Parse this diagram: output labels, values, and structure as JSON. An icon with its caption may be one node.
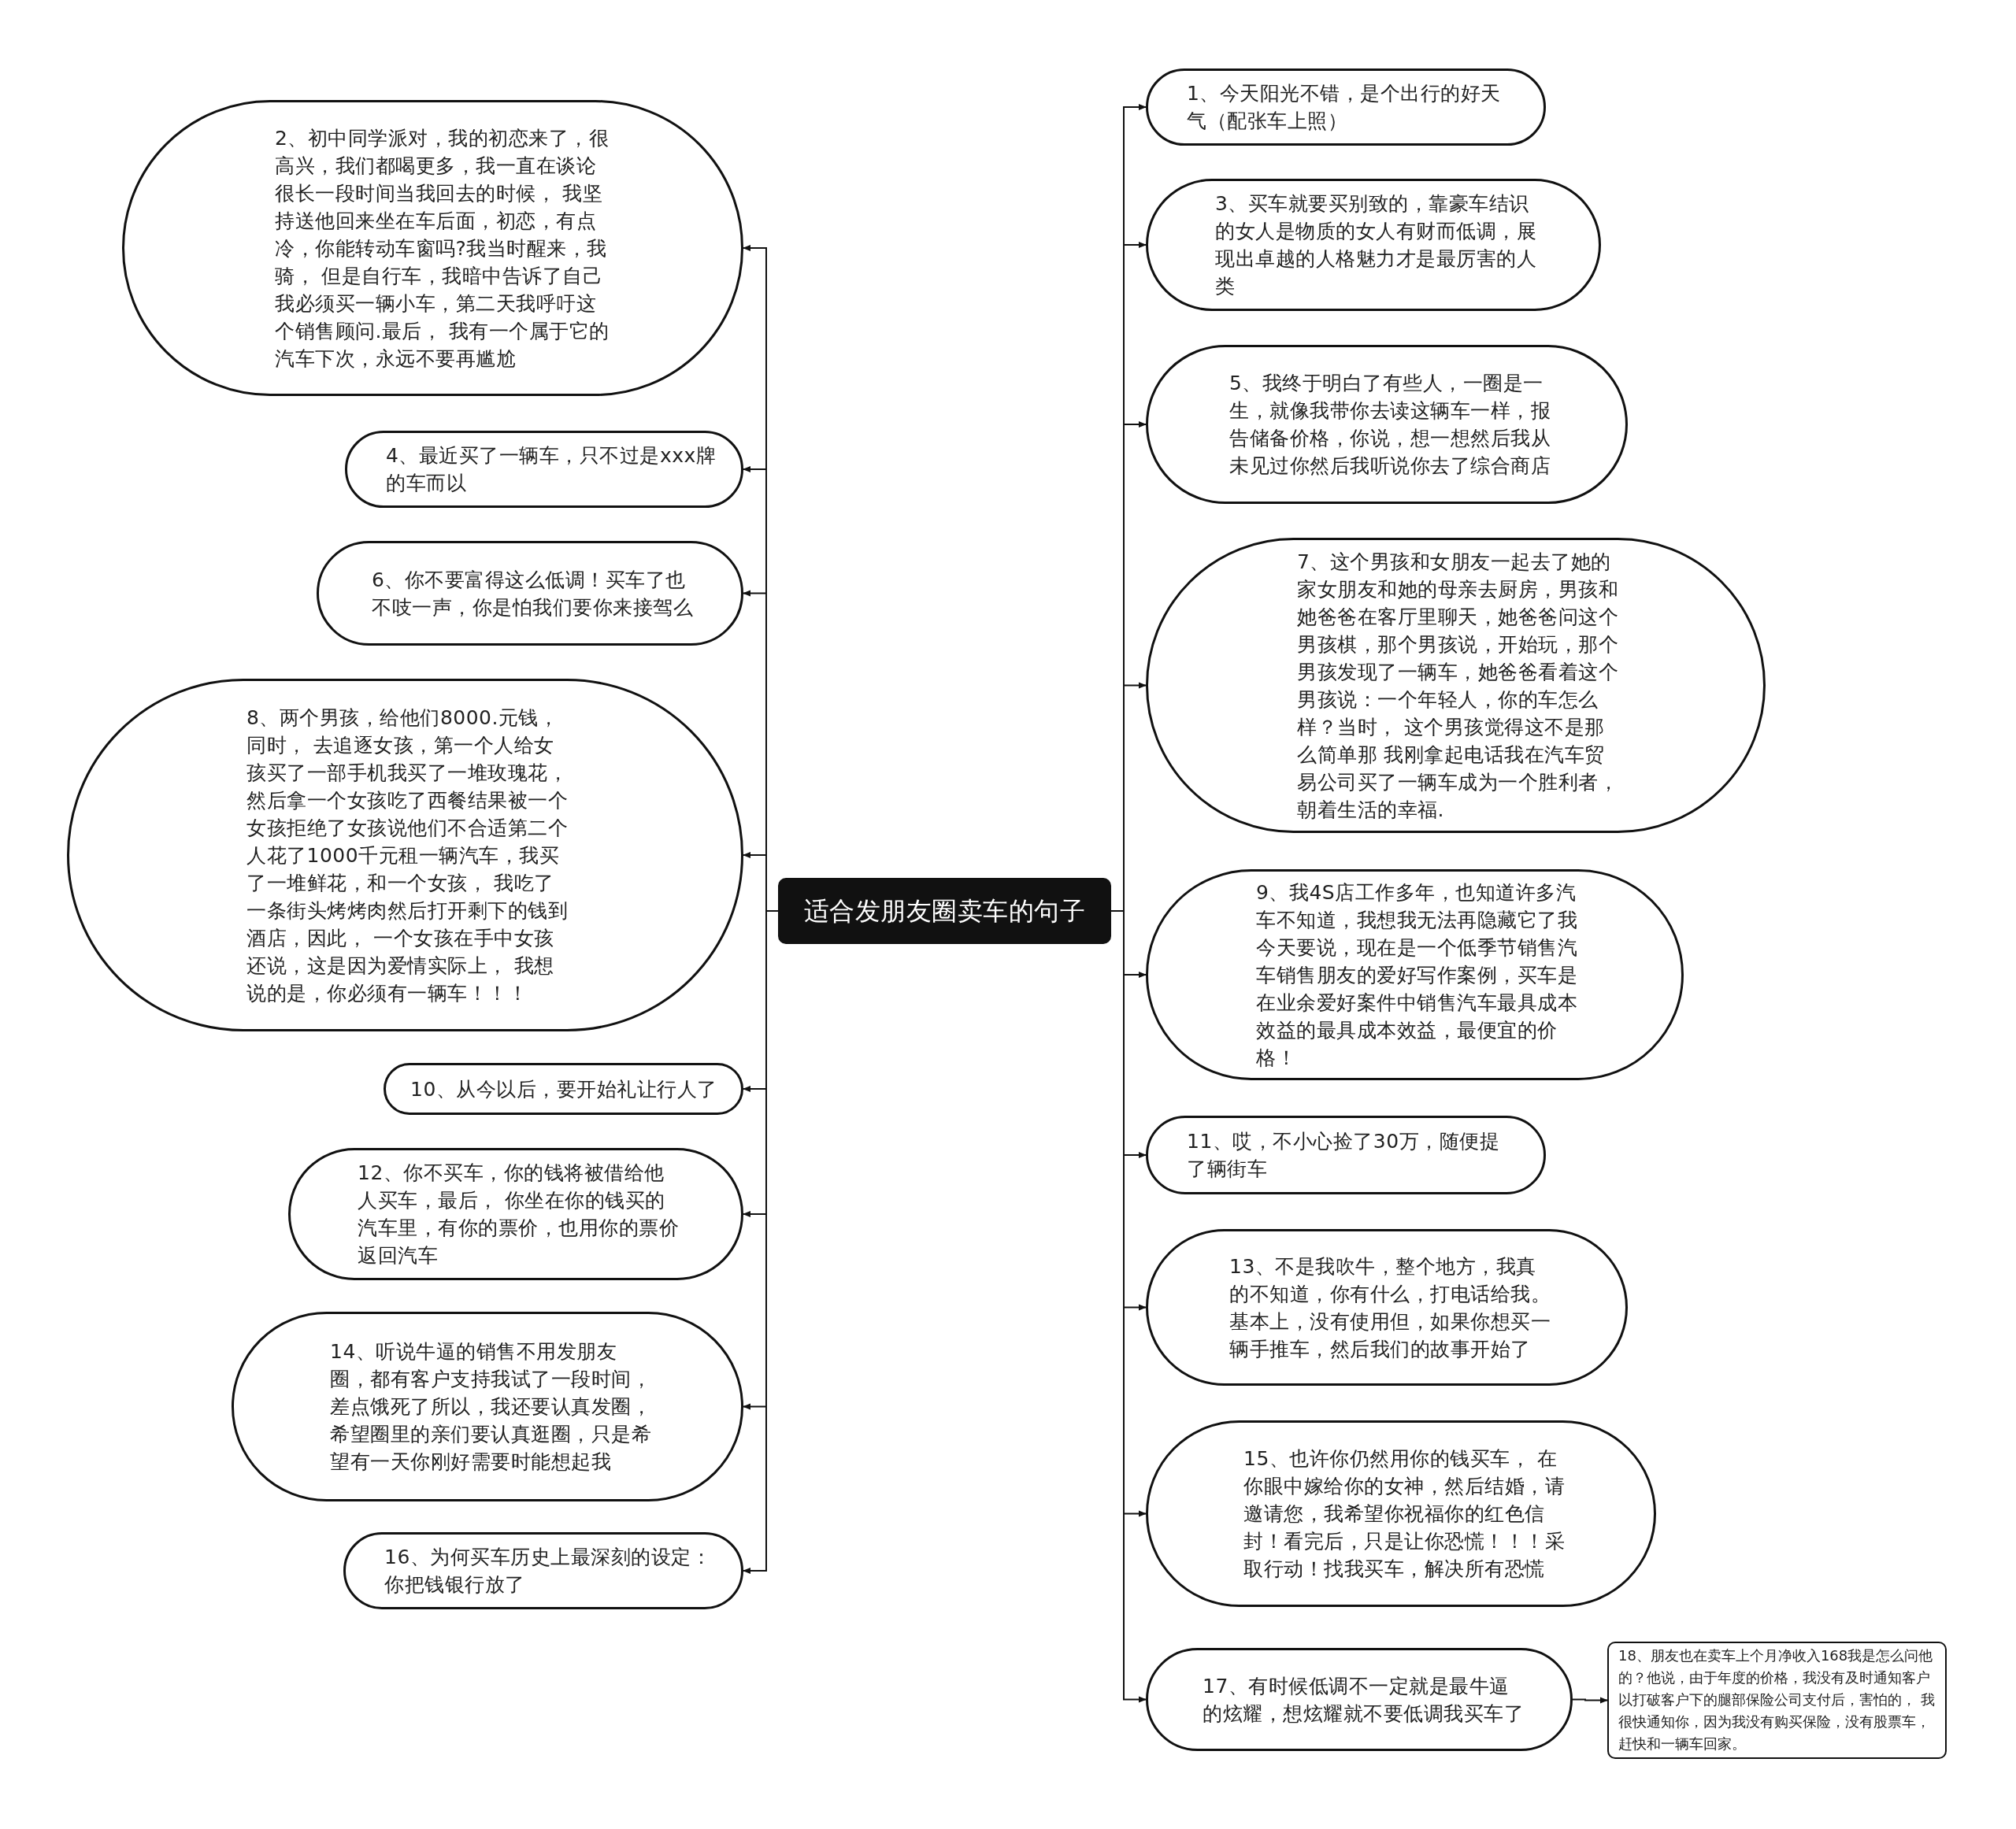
{
  "diagram": {
    "nodes": [
      {
        "text": [
          "适合发朋友圈卖车的句子"
        ]
      },
      {
        "text": [
          "1、今天阳光不错，是个出行的好天气（配张车上照）"
        ]
      },
      {
        "text": [
          "2、初中同学派对，我的初恋来了，很高兴，我们都喝更多，我一直在谈论很长一段时间当我回去的时候， 我坚持送他回来坐在车后面，初恋，有点冷，你能转动车窗吗?我当时醒来，我骑， 但是自行车，我暗中告诉了自己我必须买一辆小车，第二天我呼吁这个销售顾问.最后， 我有一个属于它的汽车下次，永远不要再尴尬"
        ]
      },
      {
        "text": [
          "3、买车就要买别致的，靠豪车结识的女人是物质的女人有财而低调，展现出卓越的人格魅力才是最厉害的人类"
        ]
      },
      {
        "text": [
          "4、最近买了一辆车，只不过是xxx牌的车而以"
        ]
      },
      {
        "text": [
          "5、我终于明白了有些人，一圈是一生，就像我带你去读这辆车一样，报告储备价格，你说，想一想然后我从未见过你然后我听说你去了综合商店"
        ]
      },
      {
        "text": [
          "6、你不要富得这么低调！买车了也不吱一声，你是怕我们要你来接驾么"
        ]
      },
      {
        "text": [
          "7、这个男孩和女朋友一起去了她的家女朋友和她的母亲去厨房，男孩和她爸爸在客厅里聊天，她爸爸问这个男孩棋，那个男孩说，开始玩，那个男孩发现了一辆车，她爸爸看着这个男孩说：一个年轻人，你的车怎么样？当时， 这个男孩觉得这不是那么简单那 我刚拿起电话我在汽车贸易公司买了一辆车成为一个胜利者，朝着生活的幸福."
        ]
      },
      {
        "text": [
          "8、两个男孩，给他们8000.元钱，同时， 去追逐女孩，第一个人给女孩买了一部手机我买了一堆玫瑰花，然后拿一个女孩吃了西餐结果被一个女孩拒绝了女孩说他们不合适第二个人花了1000千元租一辆汽车，我买了一堆鲜花，和一个女孩， 我吃了一条街头烤烤肉然后打开剩下的钱到酒店，因此， 一个女孩在手中女孩还说，这是因为爱情实际上， 我想说的是，你必须有一辆车！！！"
        ]
      },
      {
        "text": [
          "9、我4S店工作多年，也知道许多汽车不知道，我想我无法再隐藏它了我今天要说，现在是一个低季节销售汽车销售朋友的爱好写作案例，买车是在业余爱好案件中销售汽车最具成本效益的最具成本效益，最便宜的价格！"
        ]
      },
      {
        "text": [
          "10、从今以后，要开始礼让行人了"
        ]
      },
      {
        "text": [
          "11、哎，不小心捡了30万，随便提了辆街车"
        ]
      },
      {
        "text": [
          "12、你不买车，你的钱将被借给他人买车，最后， 你坐在你的钱买的汽车里，有你的票价，也用你的票价返回汽车"
        ]
      },
      {
        "text": [
          "13、不是我吹牛，整个地方，我真的不知道，你有什么，打电话给我。基本上，没有使用但，如果你想买一辆手推车，然后我们的故事开始了"
        ]
      },
      {
        "text": [
          "14、听说牛逼的销售不用发朋友圈，都有客户支持我试了一段时间，差点饿死了所以，我还要认真发圈，希望圈里的亲们要认真逛圈，只是希望有一天你刚好需要时能想起我"
        ]
      },
      {
        "text": [
          "15、也许你仍然用你的钱买车， 在你眼中嫁给你的女神，然后结婚，请邀请您，我希望你祝福你的红色信封！看完后，只是让你恐慌！！！采取行动！找我买车，解决所有恐慌"
        ]
      },
      {
        "text": [
          "16、为何买车历史上最深刻的设定：你把钱银行放了"
        ]
      },
      {
        "text": [
          "17、有时候低调不一定就是最牛逼的炫耀，想炫耀就不要低调我买车了"
        ]
      },
      {
        "text": [
          "18、朋友也在卖车上个月净收入168我是怎么问他的？他说，由于年度的价格，我没有及时通知客户以打破客户下的腿部保险公司支付后，害怕的， 我很快通知你，因为我没有购买保险，没有股票车，赶快和一辆车回家。"
        ]
      }
    ],
    "edges": [
      {
        "from": 0,
        "to": 1,
        "arrow": "to"
      },
      {
        "from": 0,
        "to": 2,
        "arrow": "to"
      },
      {
        "from": 0,
        "to": 3,
        "arrow": "to"
      },
      {
        "from": 0,
        "to": 4,
        "arrow": "to"
      },
      {
        "from": 0,
        "to": 5,
        "arrow": "to"
      },
      {
        "from": 0,
        "to": 6,
        "arrow": "to"
      },
      {
        "from": 0,
        "to": 7,
        "arrow": "to"
      },
      {
        "from": 0,
        "to": 8,
        "arrow": "to"
      },
      {
        "from": 0,
        "to": 9,
        "arrow": "to"
      },
      {
        "from": 0,
        "to": 10,
        "arrow": "to"
      },
      {
        "from": 0,
        "to": 11,
        "arrow": "to"
      },
      {
        "from": 0,
        "to": 12,
        "arrow": "to"
      },
      {
        "from": 0,
        "to": 13,
        "arrow": "to"
      },
      {
        "from": 0,
        "to": 14,
        "arrow": "to"
      },
      {
        "from": 0,
        "to": 15,
        "arrow": "to"
      },
      {
        "from": 0,
        "to": 16,
        "arrow": "to"
      },
      {
        "from": 0,
        "to": 17,
        "arrow": "to"
      },
      {
        "from": 17,
        "to": 18,
        "arrow": "to"
      }
    ]
  }
}
